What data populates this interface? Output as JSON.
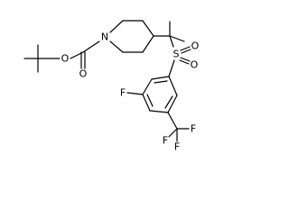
{
  "molecule": {
    "atom_labels": {
      "boc_ether_oxygen": "O",
      "boc_carbonyl_oxygen": "O",
      "piperidine_nitrogen": "N",
      "sulfur": "S",
      "sulfonyl_oxygen_upper": "O",
      "sulfonyl_oxygen_lower": "O",
      "fluorine_aryl": "F",
      "cf3_fluorine_left": "F",
      "cf3_fluorine_right": "F",
      "cf3_fluorine_bottom": "F"
    },
    "colors": {
      "bond": "#000000",
      "text": "#000000",
      "background": "#ffffff"
    }
  }
}
